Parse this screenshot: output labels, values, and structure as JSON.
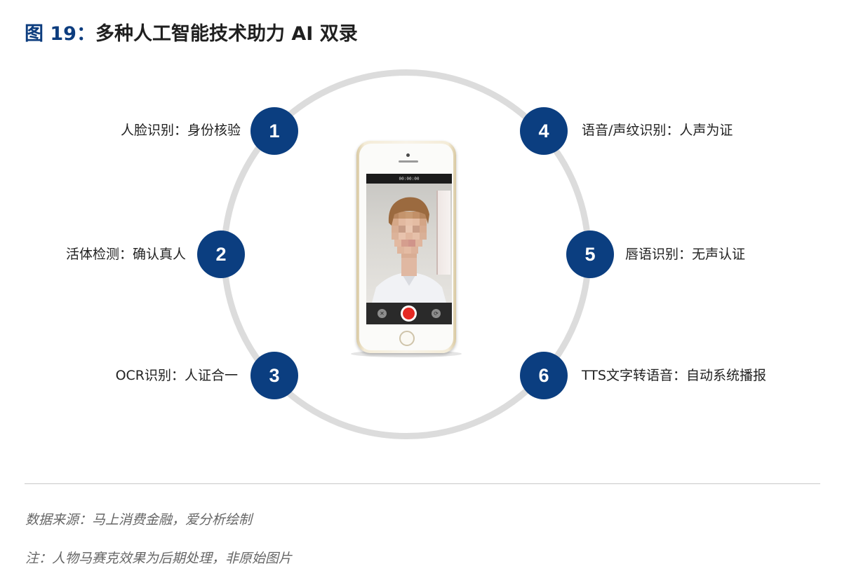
{
  "title": {
    "figure_label": "图 19：",
    "text": "多种人工智能技术助力 AI 双录"
  },
  "nodes": [
    {
      "number": "1",
      "label": "人脸识别：身份核验"
    },
    {
      "number": "2",
      "label": "活体检测：确认真人"
    },
    {
      "number": "3",
      "label": "OCR识别：人证合一"
    },
    {
      "number": "4",
      "label": "语音/声纹识别：人声为证"
    },
    {
      "number": "5",
      "label": "唇语识别：无声认证"
    },
    {
      "number": "6",
      "label": "TTS文字转语音：自动系统播报"
    }
  ],
  "phone": {
    "timer": "00:00:00",
    "cancel_icon": "close-icon",
    "record_icon": "record-icon",
    "switch_icon": "camera-switch-icon"
  },
  "footer": {
    "source": "数据来源：马上消费金融，爱分析绘制",
    "note": "注：人物马赛克效果为后期处理，非原始图片"
  },
  "colors": {
    "node_fill": "#0b3e80",
    "ring": "#dcdcdc",
    "record": "#e52a24",
    "figure_label": "#0c3c7e"
  }
}
